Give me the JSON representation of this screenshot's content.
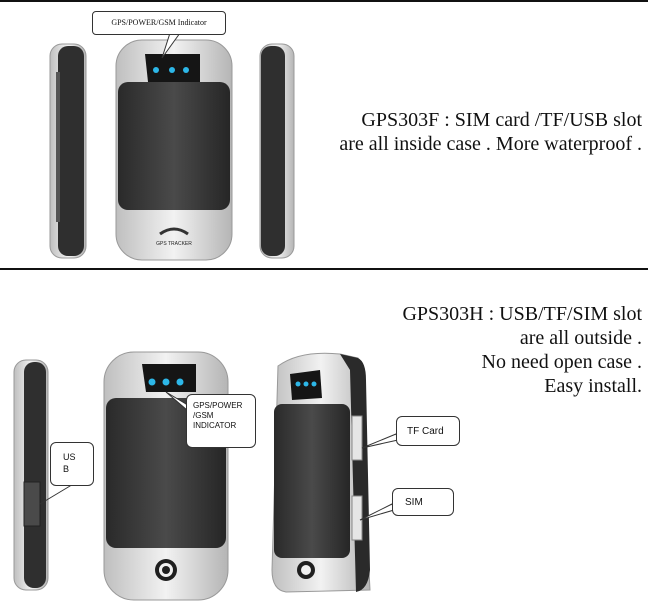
{
  "top": {
    "callout_label": "GPS/POWER/GSM Indicator",
    "description_lines": [
      "GPS303F : SIM card /TF/USB slot",
      "are all inside case .  More waterproof ."
    ],
    "logo_text": "GPS TRACKER"
  },
  "bottom": {
    "description_lines": [
      "GPS303H : USB/TF/SIM slot",
      "are all outside .",
      "No need open case .",
      "Easy install."
    ],
    "callout_gps_lines": [
      "GPS/POWER",
      "/GSM",
      "INDICATOR"
    ],
    "callout_usb_lines": [
      "US",
      "B"
    ],
    "callout_tf": "TF Card",
    "callout_sim": "SIM"
  },
  "colors": {
    "body_dark": "#3a3a3a",
    "body_silver": "#d9d9d9",
    "led_blue": "#2db7e8",
    "panel_black": "#1a1a1a"
  }
}
